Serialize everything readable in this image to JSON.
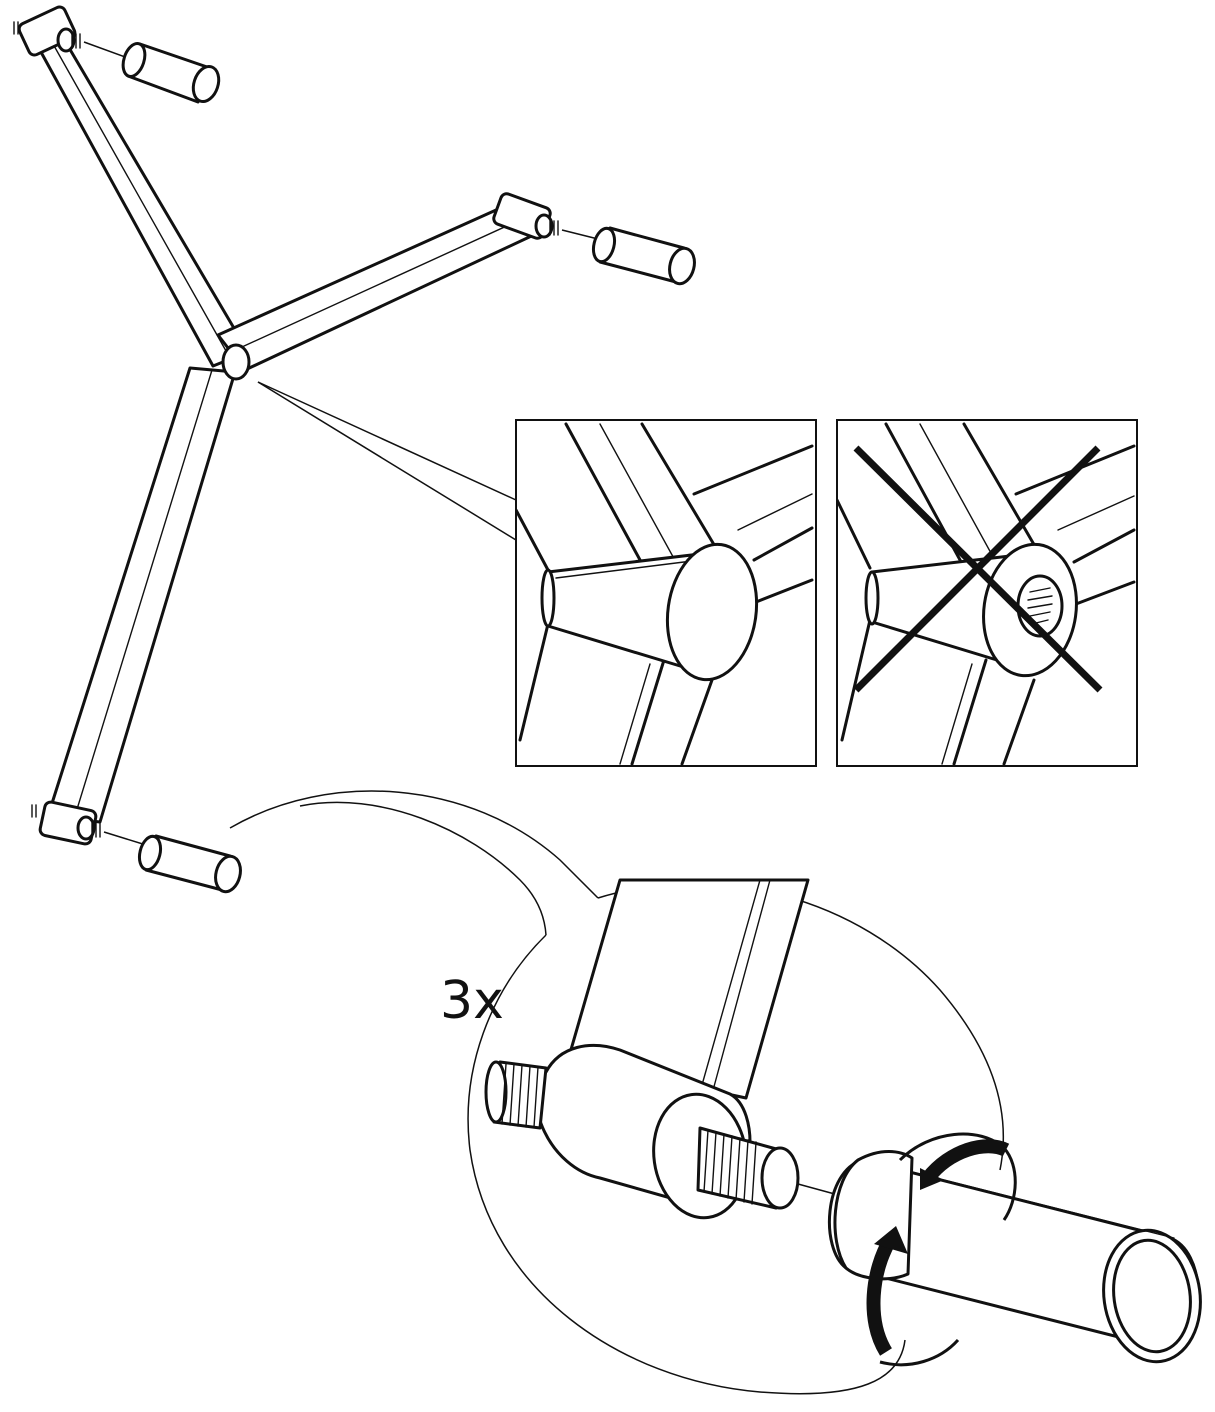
{
  "diagram": {
    "quantity_label": "3x",
    "colors": {
      "line": "#111111",
      "background": "#ffffff"
    },
    "panels": [
      {
        "name": "correct-detail",
        "status": "correct"
      },
      {
        "name": "incorrect-detail",
        "status": "incorrect"
      }
    ],
    "icons": [
      "rotate-arrow-icon",
      "cross-icon"
    ]
  }
}
